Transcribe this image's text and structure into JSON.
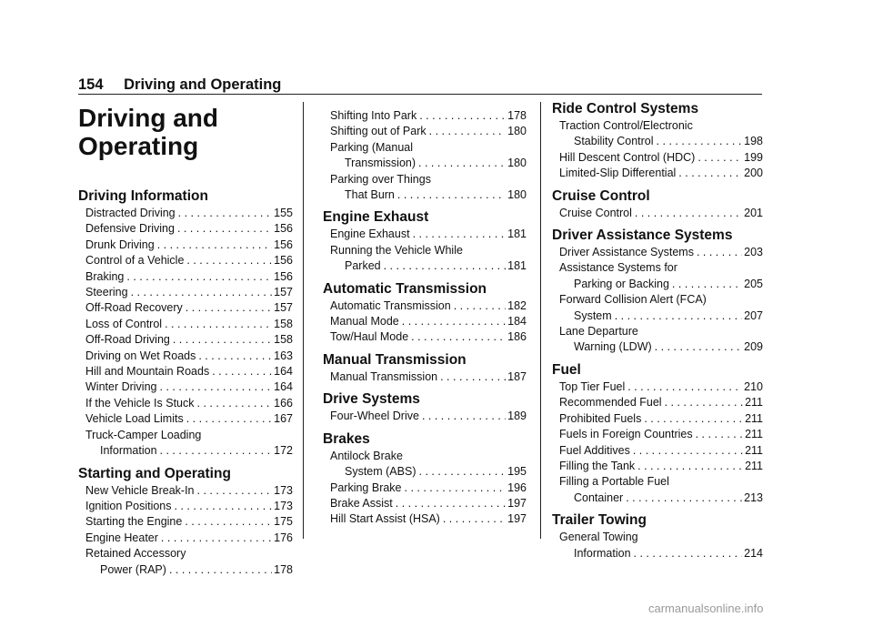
{
  "header": {
    "page_number": "154",
    "title": "Driving and Operating"
  },
  "chapter_title_lines": [
    "Driving and",
    "Operating"
  ],
  "columns": [
    {
      "sections": [
        {
          "title": "Driving Information",
          "entries": [
            {
              "label": "Distracted Driving",
              "page": "155"
            },
            {
              "label": "Defensive Driving",
              "page": "156"
            },
            {
              "label": "Drunk Driving",
              "page": "156"
            },
            {
              "label": "Control of a Vehicle",
              "page": "156"
            },
            {
              "label": "Braking",
              "page": "156"
            },
            {
              "label": "Steering",
              "page": "157"
            },
            {
              "label": "Off-Road Recovery",
              "page": "157"
            },
            {
              "label": "Loss of Control",
              "page": "158"
            },
            {
              "label": "Off-Road Driving",
              "page": "158"
            },
            {
              "label": "Driving on Wet Roads",
              "page": "163"
            },
            {
              "label": "Hill and Mountain Roads",
              "page": "164"
            },
            {
              "label": "Winter Driving",
              "page": "164"
            },
            {
              "label": "If the Vehicle Is Stuck",
              "page": "166"
            },
            {
              "label": "Vehicle Load Limits",
              "page": "167"
            },
            {
              "label": "Truck-Camper Loading",
              "cont": "Information",
              "page": "172"
            }
          ]
        },
        {
          "title": "Starting and Operating",
          "entries": [
            {
              "label": "New Vehicle Break-In",
              "page": "173"
            },
            {
              "label": "Ignition Positions",
              "page": "173"
            },
            {
              "label": "Starting the Engine",
              "page": "175"
            },
            {
              "label": "Engine Heater",
              "page": "176"
            },
            {
              "label": "Retained Accessory",
              "cont": "Power (RAP)",
              "page": "178"
            }
          ]
        }
      ]
    },
    {
      "sections": [
        {
          "title": "",
          "entries": [
            {
              "label": "Shifting Into Park",
              "page": "178"
            },
            {
              "label": "Shifting out of Park",
              "page": "180"
            },
            {
              "label": "Parking (Manual",
              "cont": "Transmission)",
              "page": "180"
            },
            {
              "label": "Parking over Things",
              "cont": "That Burn",
              "page": "180"
            }
          ]
        },
        {
          "title": "Engine Exhaust",
          "entries": [
            {
              "label": "Engine Exhaust",
              "page": "181"
            },
            {
              "label": "Running the Vehicle While",
              "cont": "Parked",
              "page": "181"
            }
          ]
        },
        {
          "title": "Automatic Transmission",
          "entries": [
            {
              "label": "Automatic Transmission",
              "page": "182"
            },
            {
              "label": "Manual Mode",
              "page": "184"
            },
            {
              "label": "Tow/Haul Mode",
              "page": "186"
            }
          ]
        },
        {
          "title": "Manual Transmission",
          "entries": [
            {
              "label": "Manual Transmission",
              "page": "187"
            }
          ]
        },
        {
          "title": "Drive Systems",
          "entries": [
            {
              "label": "Four-Wheel Drive",
              "page": "189"
            }
          ]
        },
        {
          "title": "Brakes",
          "entries": [
            {
              "label": "Antilock Brake",
              "cont": "System (ABS)",
              "page": "195"
            },
            {
              "label": "Parking Brake",
              "page": "196"
            },
            {
              "label": "Brake Assist",
              "page": "197"
            },
            {
              "label": "Hill Start Assist (HSA)",
              "page": "197"
            }
          ]
        }
      ]
    },
    {
      "sections": [
        {
          "title": "Ride Control Systems",
          "entries": [
            {
              "label": "Traction Control/Electronic",
              "cont": "Stability Control",
              "page": "198"
            },
            {
              "label": "Hill Descent Control (HDC)",
              "page": "199"
            },
            {
              "label": "Limited-Slip Differential",
              "page": "200"
            }
          ]
        },
        {
          "title": "Cruise Control",
          "entries": [
            {
              "label": "Cruise Control",
              "page": "201"
            }
          ]
        },
        {
          "title": "Driver Assistance Systems",
          "entries": [
            {
              "label": "Driver Assistance Systems",
              "page": "203"
            },
            {
              "label": "Assistance Systems for",
              "cont": "Parking or Backing",
              "page": "205"
            },
            {
              "label": "Forward Collision Alert (FCA)",
              "cont": "System",
              "page": "207"
            },
            {
              "label": "Lane Departure",
              "cont": "Warning (LDW)",
              "page": "209"
            }
          ]
        },
        {
          "title": "Fuel",
          "entries": [
            {
              "label": "Top Tier Fuel",
              "page": "210"
            },
            {
              "label": "Recommended Fuel",
              "page": "211"
            },
            {
              "label": "Prohibited Fuels",
              "page": "211"
            },
            {
              "label": "Fuels in Foreign Countries",
              "page": "211"
            },
            {
              "label": "Fuel Additives",
              "page": "211"
            },
            {
              "label": "Filling the Tank",
              "page": "211"
            },
            {
              "label": "Filling a Portable Fuel",
              "cont": "Container",
              "page": "213"
            }
          ]
        },
        {
          "title": "Trailer Towing",
          "entries": [
            {
              "label": "General Towing",
              "cont": "Information",
              "page": "214"
            }
          ]
        }
      ]
    }
  ],
  "watermark": "carmanualsonline.info"
}
